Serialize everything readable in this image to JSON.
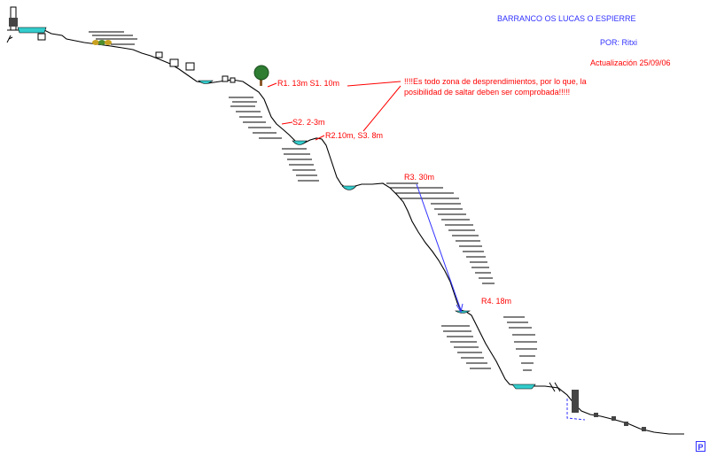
{
  "title": "BARRANCO OS LUCAS O ESPIERRE",
  "author": "POR: Ritxi",
  "update": "Actualización 25/09/06",
  "warning_note": "!!!!Es todo zona de desprendimientos, por lo que, la posibilidad de saltar deben ser comprobada!!!!!",
  "rappels": {
    "r1": "R1. 13m  S1. 10m",
    "s2": "S2. 2-3m",
    "r2": "R2.10m, S3. 8m",
    "r3": "R3. 30m",
    "r4": "R4. 18m"
  },
  "corner_icon": "P",
  "colors": {
    "text_red": "#ff0000",
    "text_blue": "#3333ff",
    "water": "#33cccc",
    "profile": "#000000",
    "tree_green": "#2e7d32",
    "tree_trunk": "#8b5a2b"
  }
}
